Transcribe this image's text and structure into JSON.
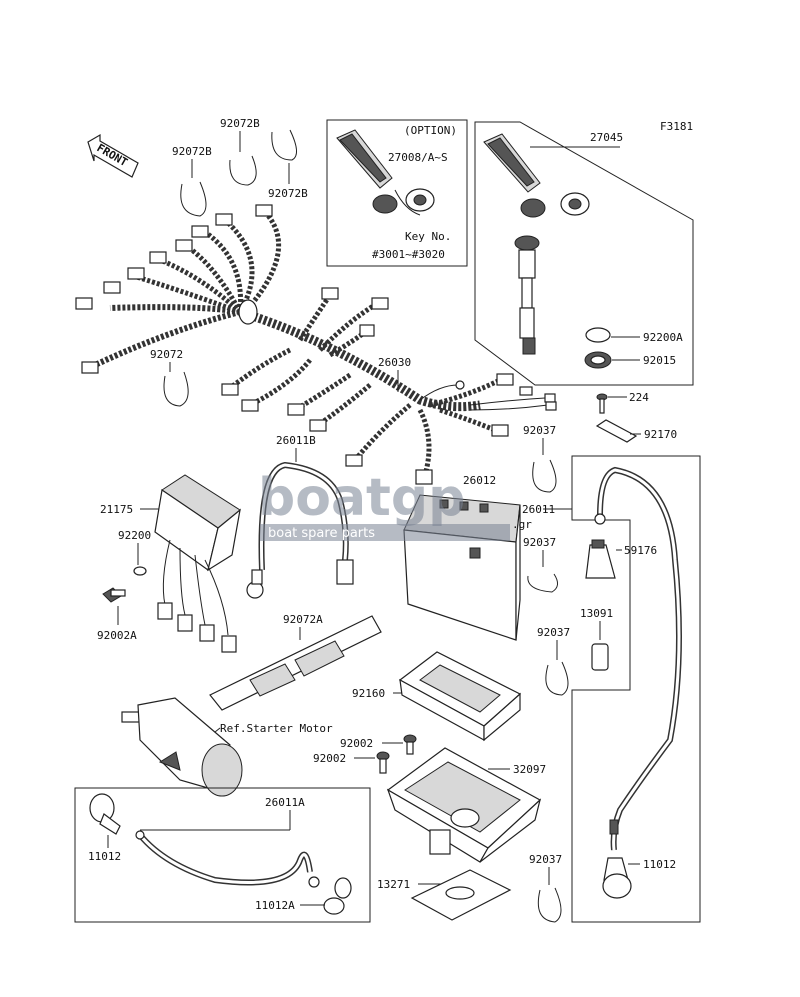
{
  "figure_code": "F3181",
  "front_label": "FRONT",
  "option_box": {
    "title": "(OPTION)",
    "part": "27008/A~S",
    "key_label": "Key No.",
    "key_range": "#3001~#3020"
  },
  "parts": {
    "p27045": "27045",
    "p92200A": "92200A",
    "p92015": "92015",
    "p224": "224",
    "p92170": "92170",
    "p92072B_1": "92072B",
    "p92072B_2": "92072B",
    "p92072B_3": "92072B",
    "p92072": "92072",
    "p26030": "26030",
    "p26011B": "26011B",
    "p92037_1": "92037",
    "p26012": "26012",
    "p21175": "21175",
    "p92200": "92200",
    "p92002A": "92002A",
    "p26011": "26011",
    "p92037_2": "92037",
    "p59176": "59176",
    "p13091": "13091",
    "p92037_3": "92037",
    "p92072A": "92072A",
    "p92160": "92160",
    "ref_starter": "Ref.Starter Motor",
    "p92002_1": "92002",
    "p92002_2": "92002",
    "p32097": "32097",
    "p26011A": "26011A",
    "p11012_1": "11012",
    "p11012A": "11012A",
    "p13271": "13271",
    "p92037_4": "92037",
    "p11012_2": "11012"
  },
  "watermark": {
    "brand": "boatgp",
    "suffix": ".gr",
    "tagline": "boat spare parts"
  }
}
